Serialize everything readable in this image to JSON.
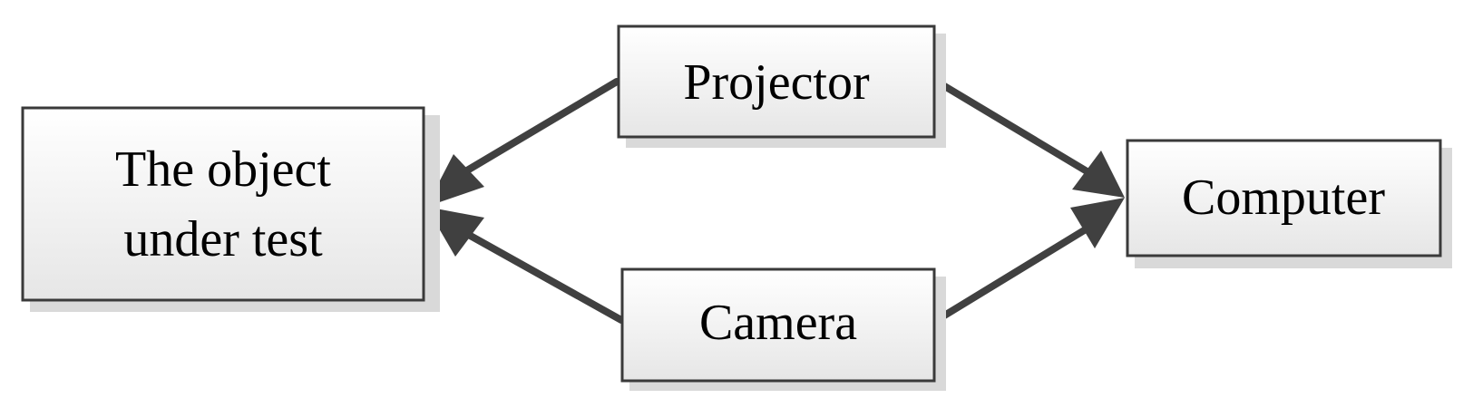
{
  "diagram": {
    "nodes": {
      "object": {
        "label_line1": "The object",
        "label_line2": "under test"
      },
      "projector": {
        "label": "Projector"
      },
      "camera": {
        "label": "Camera"
      },
      "computer": {
        "label": "Computer"
      }
    },
    "edges": [
      {
        "from": "projector",
        "to": "object"
      },
      {
        "from": "camera",
        "to": "object"
      },
      {
        "from": "projector",
        "to": "computer"
      },
      {
        "from": "camera",
        "to": "computer"
      }
    ],
    "colors": {
      "box_fill_top": "#ffffff",
      "box_fill_bottom": "#e6e6e6",
      "box_stroke": "#3a3a3a",
      "shadow": "#d9d9d9",
      "arrow": "#404040",
      "text": "#000000"
    }
  }
}
